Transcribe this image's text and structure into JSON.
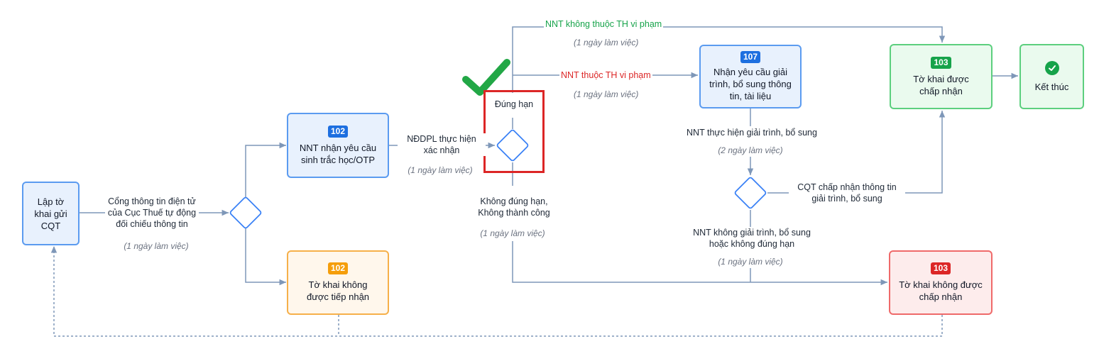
{
  "nodes": {
    "lap_to_khai": {
      "label": "Lập tờ khai gửi CQT"
    },
    "nnt_nhan_yeu_cau": {
      "badge": "102",
      "label": "NNT nhận yêu cầu sinh trắc học/OTP"
    },
    "to_khai_khong_duoc_tiep_nhan": {
      "badge": "102",
      "label": "Tờ khai không được tiếp nhận"
    },
    "nhan_yeu_cau_giai_trinh": {
      "badge": "107",
      "label": "Nhận yêu cầu giải trình, bổ sung thông tin, tài liệu"
    },
    "to_khai_duoc_chap_nhan": {
      "badge": "103",
      "label": "Tờ khai được chấp nhận"
    },
    "ket_thuc": {
      "label": "Kết thúc"
    },
    "to_khai_khong_duoc_chap_nhan": {
      "badge": "103",
      "label": "Tờ khai không được chấp nhận"
    }
  },
  "labels": {
    "cong_thong_tin": "Cổng thông tin điện tử của Cục Thuế tự động đối chiếu thông tin",
    "cong_thong_tin_duration": "(1 ngày làm việc)",
    "nddpl": "NĐDPL thực hiện xác nhận",
    "nddpl_duration": "(1 ngày làm việc)",
    "dung_han": "Đúng hạn",
    "khong_dung_han": "Không đúng hạn, Không thành công",
    "khong_dung_han_duration": "(1 ngày làm việc)",
    "nnt_khong_thuoc": "NNT không thuộc TH vi phạm",
    "nnt_khong_thuoc_duration": "(1 ngày làm việc)",
    "nnt_thuoc": "NNT thuộc TH vi phạm",
    "nnt_thuoc_duration": "(1 ngày làm việc)",
    "nnt_thuc_hien": "NNT thực hiện giải trình, bổ sung",
    "nnt_thuc_hien_duration": "(2 ngày làm việc)",
    "cqt_chap_nhan": "CQT chấp nhận thông tin giải trình, bổ sung",
    "nnt_khong_giai_trinh": "NNT không giải trình, bổ sung hoặc không đúng hạn",
    "nnt_khong_giai_trinh_duration": "(1 ngày làm việc)"
  },
  "colors": {
    "line": "#7e97b8",
    "green_text": "#16a34a",
    "red_text": "#dc2626",
    "checkmark": "#22a746",
    "highlight": "#dc2626"
  }
}
